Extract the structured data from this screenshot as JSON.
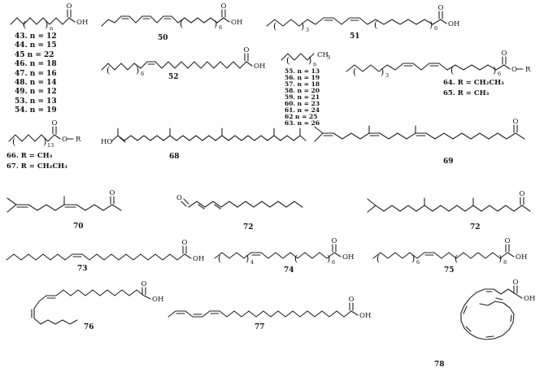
{
  "figure": {
    "background": "#ffffff",
    "ink": "#222222"
  },
  "tokens": {
    "O": "O",
    "OH": "OH",
    "HO": "HO",
    "R": "R",
    "CH": "CH",
    "sub3": "3",
    "sub4": "4",
    "sub6": "6",
    "sub8": "8",
    "sub13": "13",
    "subn": "n",
    "lparen": "(",
    "rparen": ")"
  },
  "labels": {
    "s50": "50",
    "s51": "51",
    "s52": "52",
    "s68": "68",
    "s69": "69",
    "s70": "70",
    "s72a": "72",
    "s72b": "72",
    "s73": "73",
    "s74": "74",
    "s75": "75",
    "s76": "76",
    "s77": "77",
    "s78": "78",
    "group43": [
      "43. n = 12",
      "44. n = 15",
      "45 n = 22",
      "46. n = 18",
      "47. n = 16",
      "48. n = 14",
      "49. n = 12",
      "53. n = 13",
      "54. n = 19"
    ],
    "group55": [
      "55. n = 13",
      "56. n = 19",
      "57. n = 18",
      "58. n = 20",
      "59. n = 21",
      "60. n = 23",
      "61. n = 24",
      "62 n = 25",
      "63. n = 26"
    ],
    "group64": [
      "64. R = CH₂CH₃",
      "65. R = CH₃"
    ],
    "group66": [
      "66. R = CH₃",
      "67. R = CH₂CH₃"
    ]
  }
}
